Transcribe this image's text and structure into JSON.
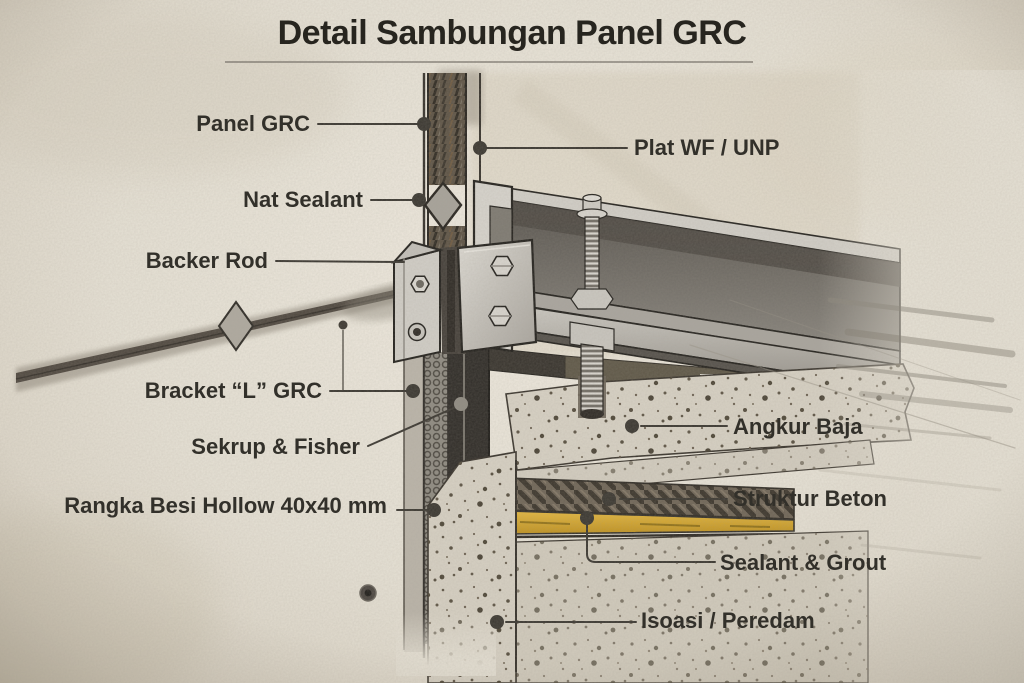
{
  "title": "Detail Sambungan Panel GRC",
  "labels": {
    "left": [
      {
        "id": "panel_grc",
        "text": "Panel GRC"
      },
      {
        "id": "nat_sealant",
        "text": "Nat Sealant"
      },
      {
        "id": "backer_rod",
        "text": "Backer Rod"
      },
      {
        "id": "bracket_l_grc",
        "text": "Bracket “L” GRC"
      },
      {
        "id": "sekrup_fisher",
        "text": "Sekrup & Fisher"
      },
      {
        "id": "rangka_besi_hollow",
        "text": "Rangka Besi Hollow 40x40 mm"
      }
    ],
    "right": [
      {
        "id": "plat_wf_unp",
        "text": "Plat WF / UNP"
      },
      {
        "id": "angkur_baja",
        "text": "Angkur Baja"
      },
      {
        "id": "struktur_beton",
        "text": "Struktur Beton"
      },
      {
        "id": "sealant_grout",
        "text": "Sealant & Grout"
      },
      {
        "id": "isoasi_peredam",
        "text": "Isoasi / Peredam"
      }
    ]
  },
  "colors": {
    "paper": "#e9e4d8",
    "ink": "#2f2c27",
    "leader_line": "#3a3731",
    "steel_light": "#d3d0c9",
    "steel_dark": "#55514b",
    "concrete": "#d9d3c6",
    "concrete_hatch": "#6f6557",
    "sealant_yellow": "#d9a92e",
    "joint_dark": "#574e42"
  }
}
